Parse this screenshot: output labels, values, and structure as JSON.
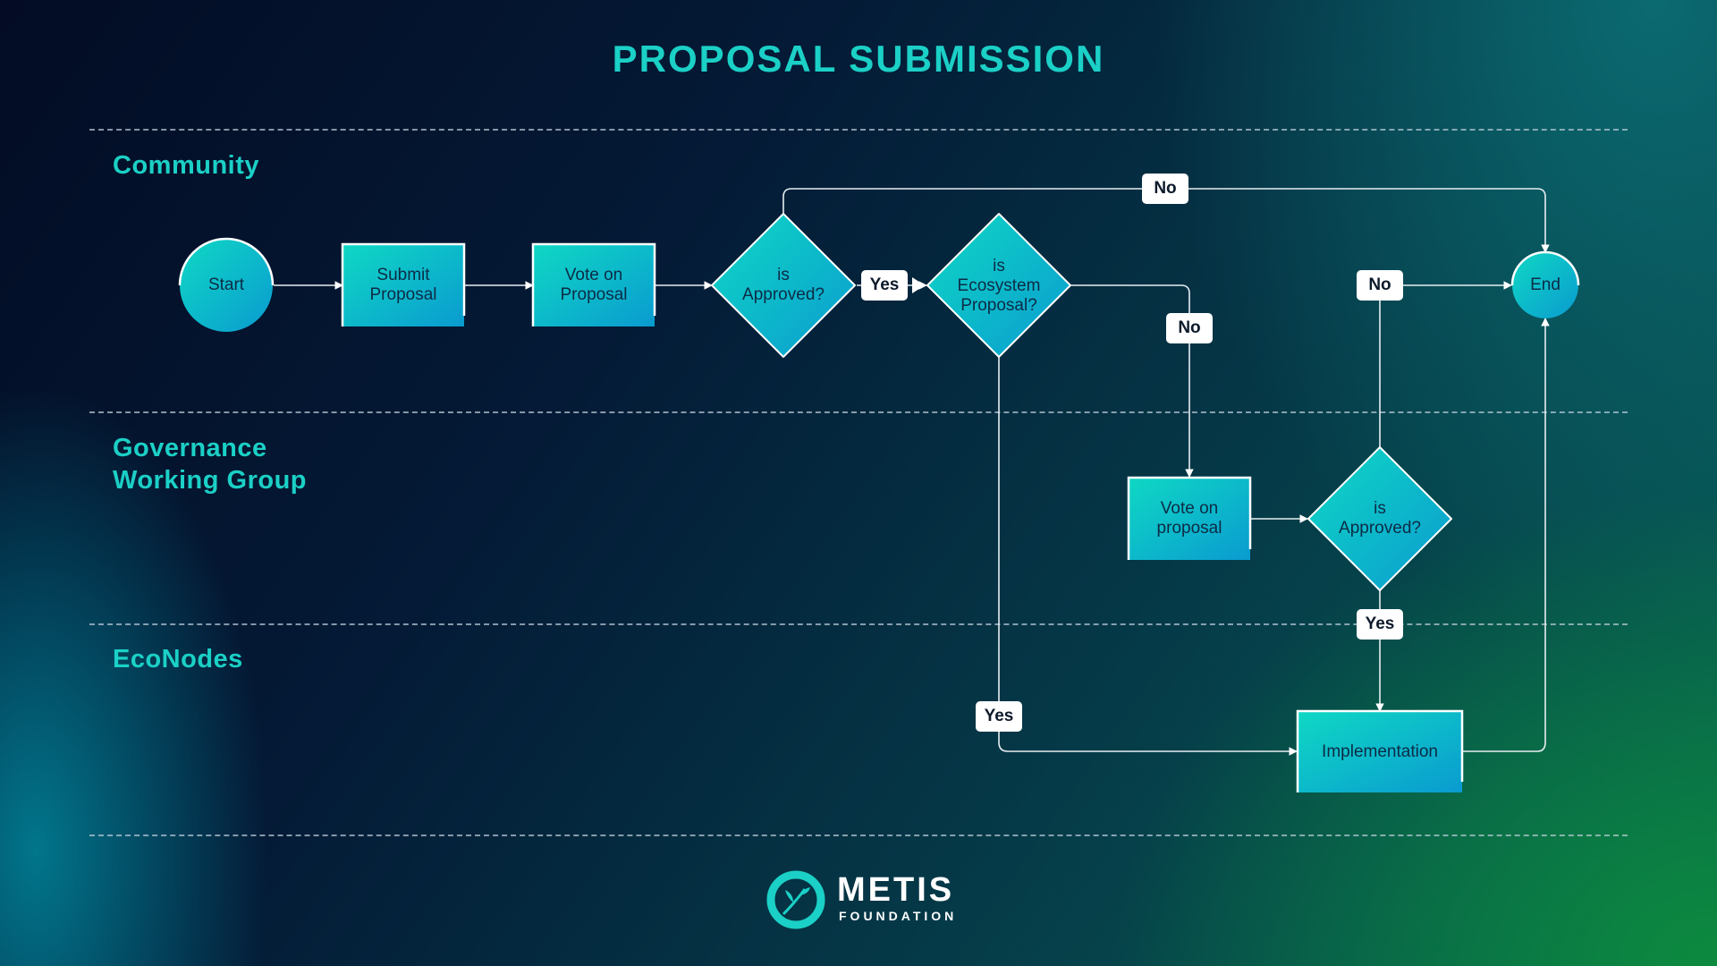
{
  "title": "PROPOSAL SUBMISSION",
  "lanes": {
    "community": "Community",
    "governance_line1": "Governance",
    "governance_line2": "Working Group",
    "econodes": "EcoNodes"
  },
  "nodes": {
    "start": "Start",
    "submit_line1": "Submit",
    "submit_line2": "Proposal",
    "vote_line1": "Vote on",
    "vote_line2": "Proposal",
    "approved1_line1": "is",
    "approved1_line2": "Approved?",
    "ecosystem_line1": "is",
    "ecosystem_line2": "Ecosystem",
    "ecosystem_line3": "Proposal?",
    "end": "End",
    "gwg_vote_line1": "Vote on",
    "gwg_vote_line2": "proposal",
    "approved2_line1": "is",
    "approved2_line2": "Approved?",
    "implementation": "Implementation"
  },
  "labels": {
    "no_top": "No",
    "yes_approved": "Yes",
    "no_ecosystem": "No",
    "no_approved2": "No",
    "yes_approved2": "Yes",
    "yes_ecosystem": "Yes"
  },
  "logo": {
    "name": "METIS",
    "sub": "FOUNDATION"
  },
  "colors": {
    "accent": "#1bd0c6",
    "node_gradient_start": "#0fd8c4",
    "node_gradient_end": "#0a9bd0"
  }
}
